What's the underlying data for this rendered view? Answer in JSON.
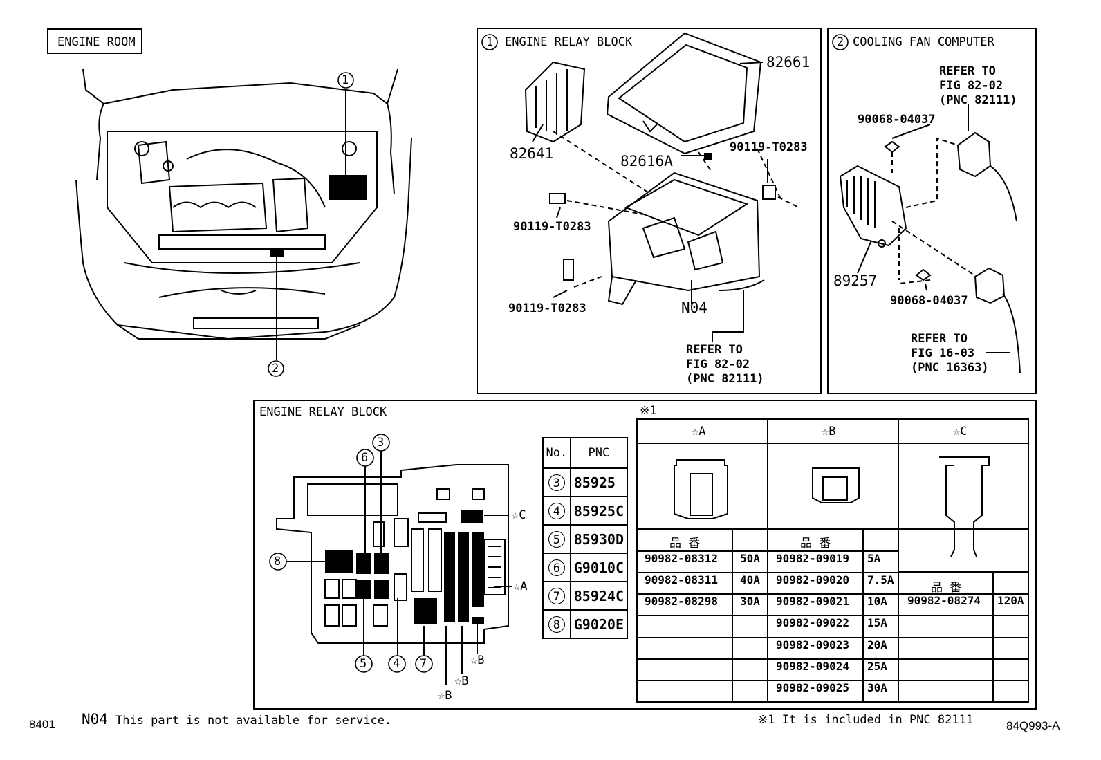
{
  "engine_room": {
    "title": "ENGINE ROOM",
    "callout_1": "1",
    "callout_2": "2"
  },
  "panel_relay_block": {
    "num": "1",
    "title": "ENGINE RELAY BLOCK",
    "parts": {
      "p82661": "82661",
      "p82641": "82641",
      "p82616a": "82616A",
      "bolt_top": "90119-T0283",
      "bolt_left": "90119-T0283",
      "bolt_bottom": "90119-T0283",
      "n04": "N04"
    },
    "refer": [
      "REFER TO",
      "FIG 82-02",
      "(PNC 82111)"
    ]
  },
  "panel_fan": {
    "num": "2",
    "title": "COOLING FAN COMPUTER",
    "refer_top": [
      "REFER TO",
      "FIG 82-02",
      "(PNC 82111)"
    ],
    "bolt_top": "90068-04037",
    "bolt_bottom": "90068-04037",
    "part": "89257",
    "refer_bottom": [
      "REFER TO",
      "FIG 16-03",
      "(PNC 16363)"
    ]
  },
  "relay_layout": {
    "title": "ENGINE RELAY BLOCK",
    "star_a": "☆A",
    "star_b1": "☆B",
    "star_b2": "☆B",
    "star_b3": "☆B",
    "star_c": "☆C",
    "callouts": {
      "c3": "3",
      "c4": "4",
      "c5": "5",
      "c6": "6",
      "c7": "7",
      "c8": "8"
    }
  },
  "pnc_table": {
    "header_no": "No.",
    "header_pnc": "PNC",
    "rows": [
      {
        "no": "3",
        "pnc": "85925"
      },
      {
        "no": "4",
        "pnc": "85925C"
      },
      {
        "no": "5",
        "pnc": "85930D"
      },
      {
        "no": "6",
        "pnc": "G9010C"
      },
      {
        "no": "7",
        "pnc": "85924C"
      },
      {
        "no": "8",
        "pnc": "G9020E"
      }
    ]
  },
  "fuse_table": {
    "note_mark": "※1",
    "headers": {
      "a": "☆A",
      "b": "☆B",
      "c": "☆C"
    },
    "part_no_label": "品 番",
    "a_rows": [
      {
        "pn": "90982-08312",
        "amp": "50A"
      },
      {
        "pn": "90982-08311",
        "amp": "40A"
      },
      {
        "pn": "90982-08298",
        "amp": "30A"
      }
    ],
    "b_rows": [
      {
        "pn": "90982-09019",
        "amp": "5A"
      },
      {
        "pn": "90982-09020",
        "amp": "7.5A"
      },
      {
        "pn": "90982-09021",
        "amp": "10A"
      },
      {
        "pn": "90982-09022",
        "amp": "15A"
      },
      {
        "pn": "90982-09023",
        "amp": "20A"
      },
      {
        "pn": "90982-09024",
        "amp": "25A"
      },
      {
        "pn": "90982-09025",
        "amp": "30A"
      }
    ],
    "c_rows": [
      {
        "pn": "90982-08274",
        "amp": "120A"
      }
    ]
  },
  "footer": {
    "page": "8401",
    "n04": "N04",
    "n04_note": "This part is not available for service.",
    "note1": "※1 It is included in PNC 82111",
    "fig_code": "84Q993-A"
  }
}
